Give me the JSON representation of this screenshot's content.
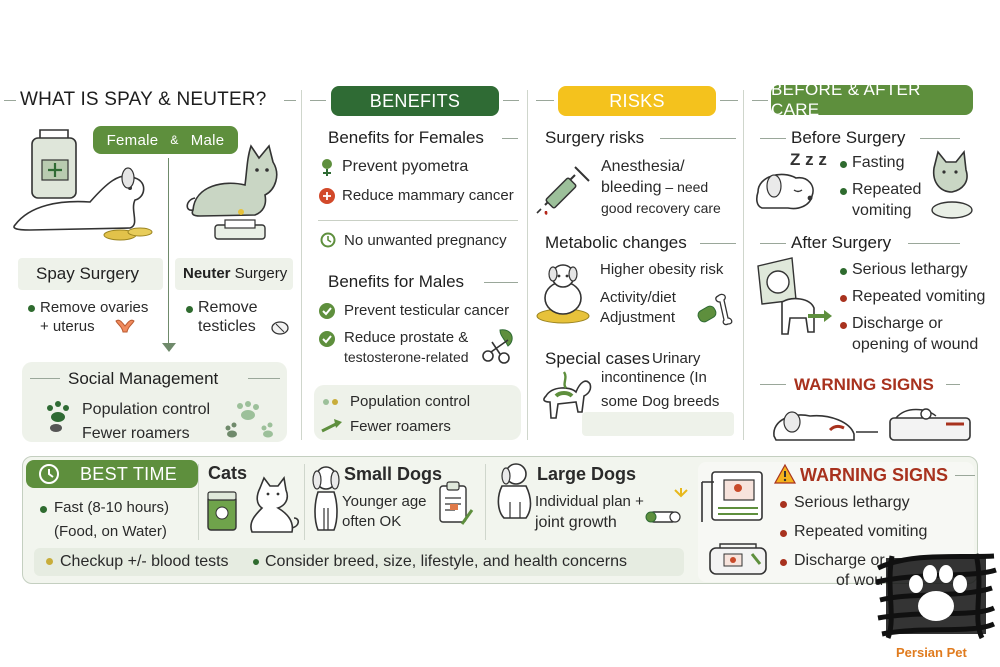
{
  "colors": {
    "green_dark": "#2f6b34",
    "green_mid": "#5e8f3d",
    "yellow": "#f4c21d",
    "panel_bg": "#eef2ea",
    "warning_red": "#a8321e"
  },
  "col1": {
    "title_prefix": "WHAT IS ",
    "title_emph": "SPAY & NEUTER?",
    "female_male_pill": {
      "female": "Female",
      "amp": "&",
      "male": "Male"
    },
    "spay_label": "Spay Surgery",
    "neuter_label_bold": "Neuter",
    "neuter_label_rest": " Surgery",
    "spay_bullet": [
      "Remove ovaries",
      "+ uterus"
    ],
    "neuter_bullet": [
      "Remove",
      "testicles"
    ],
    "social_title": "Social Management",
    "social_items": [
      "Population control",
      "Fewer roamers"
    ]
  },
  "col2": {
    "pill": "BENEFITS",
    "females_title": "Benefits for Females",
    "females_items": [
      "Prevent pyometra",
      "Reduce mammary cancer",
      "No unwanted pregnancy"
    ],
    "males_title": "Benefits for Males",
    "males_items": [
      "Prevent testicular cancer",
      "Reduce prostate &",
      "testosterone-related"
    ],
    "bottom_items": [
      "Population control",
      "Fewer roamers"
    ]
  },
  "col3": {
    "pill": "RISKS",
    "surgery_title": "Surgery risks",
    "surgery_lines": [
      "Anesthesia/",
      "bleeding",
      " – need",
      "good recovery care"
    ],
    "metabolic_title": "Metabolic changes",
    "metabolic_lines": [
      "Higher obesity risk",
      "Activity/diet",
      "Adjustment"
    ],
    "special_title": "Special cases",
    "special_lines": [
      "Urinary",
      "incontinence (In",
      "some Dog breeds"
    ]
  },
  "col4": {
    "pill": "BEFORE & AFTER CARE",
    "before_title": "Before Surgery",
    "zzz": "Z z z",
    "before_items": [
      "Fasting",
      "Repeated",
      "vomiting"
    ],
    "after_title": "After Surgery",
    "after_items": [
      "Serious lethargy",
      "Repeated vomiting",
      "Discharge or",
      "opening of wound"
    ],
    "warning_title": "WARNING SIGNS"
  },
  "bottom": {
    "best_time_pill": "BEST TIME",
    "fast_lines": [
      "Fast (8-10 hours)",
      "(Food, on Water)"
    ],
    "cats_title": "Cats",
    "small_dogs_title": "Small Dogs",
    "small_dogs_lines": [
      "Younger age",
      "often OK"
    ],
    "large_dogs_title": "Large Dogs",
    "large_dogs_lines": [
      "Individual plan +",
      "joint growth"
    ],
    "checkup": "Checkup +/- blood tests",
    "consider": "Consider breed, size, lifestyle, and health concerns",
    "warning_title": "WARNING SIGNS",
    "warning_items": [
      "Serious lethargy",
      "Repeated vomiting",
      "Discharge or",
      "of wou"
    ]
  },
  "logo": {
    "text": "Persian Pet"
  }
}
